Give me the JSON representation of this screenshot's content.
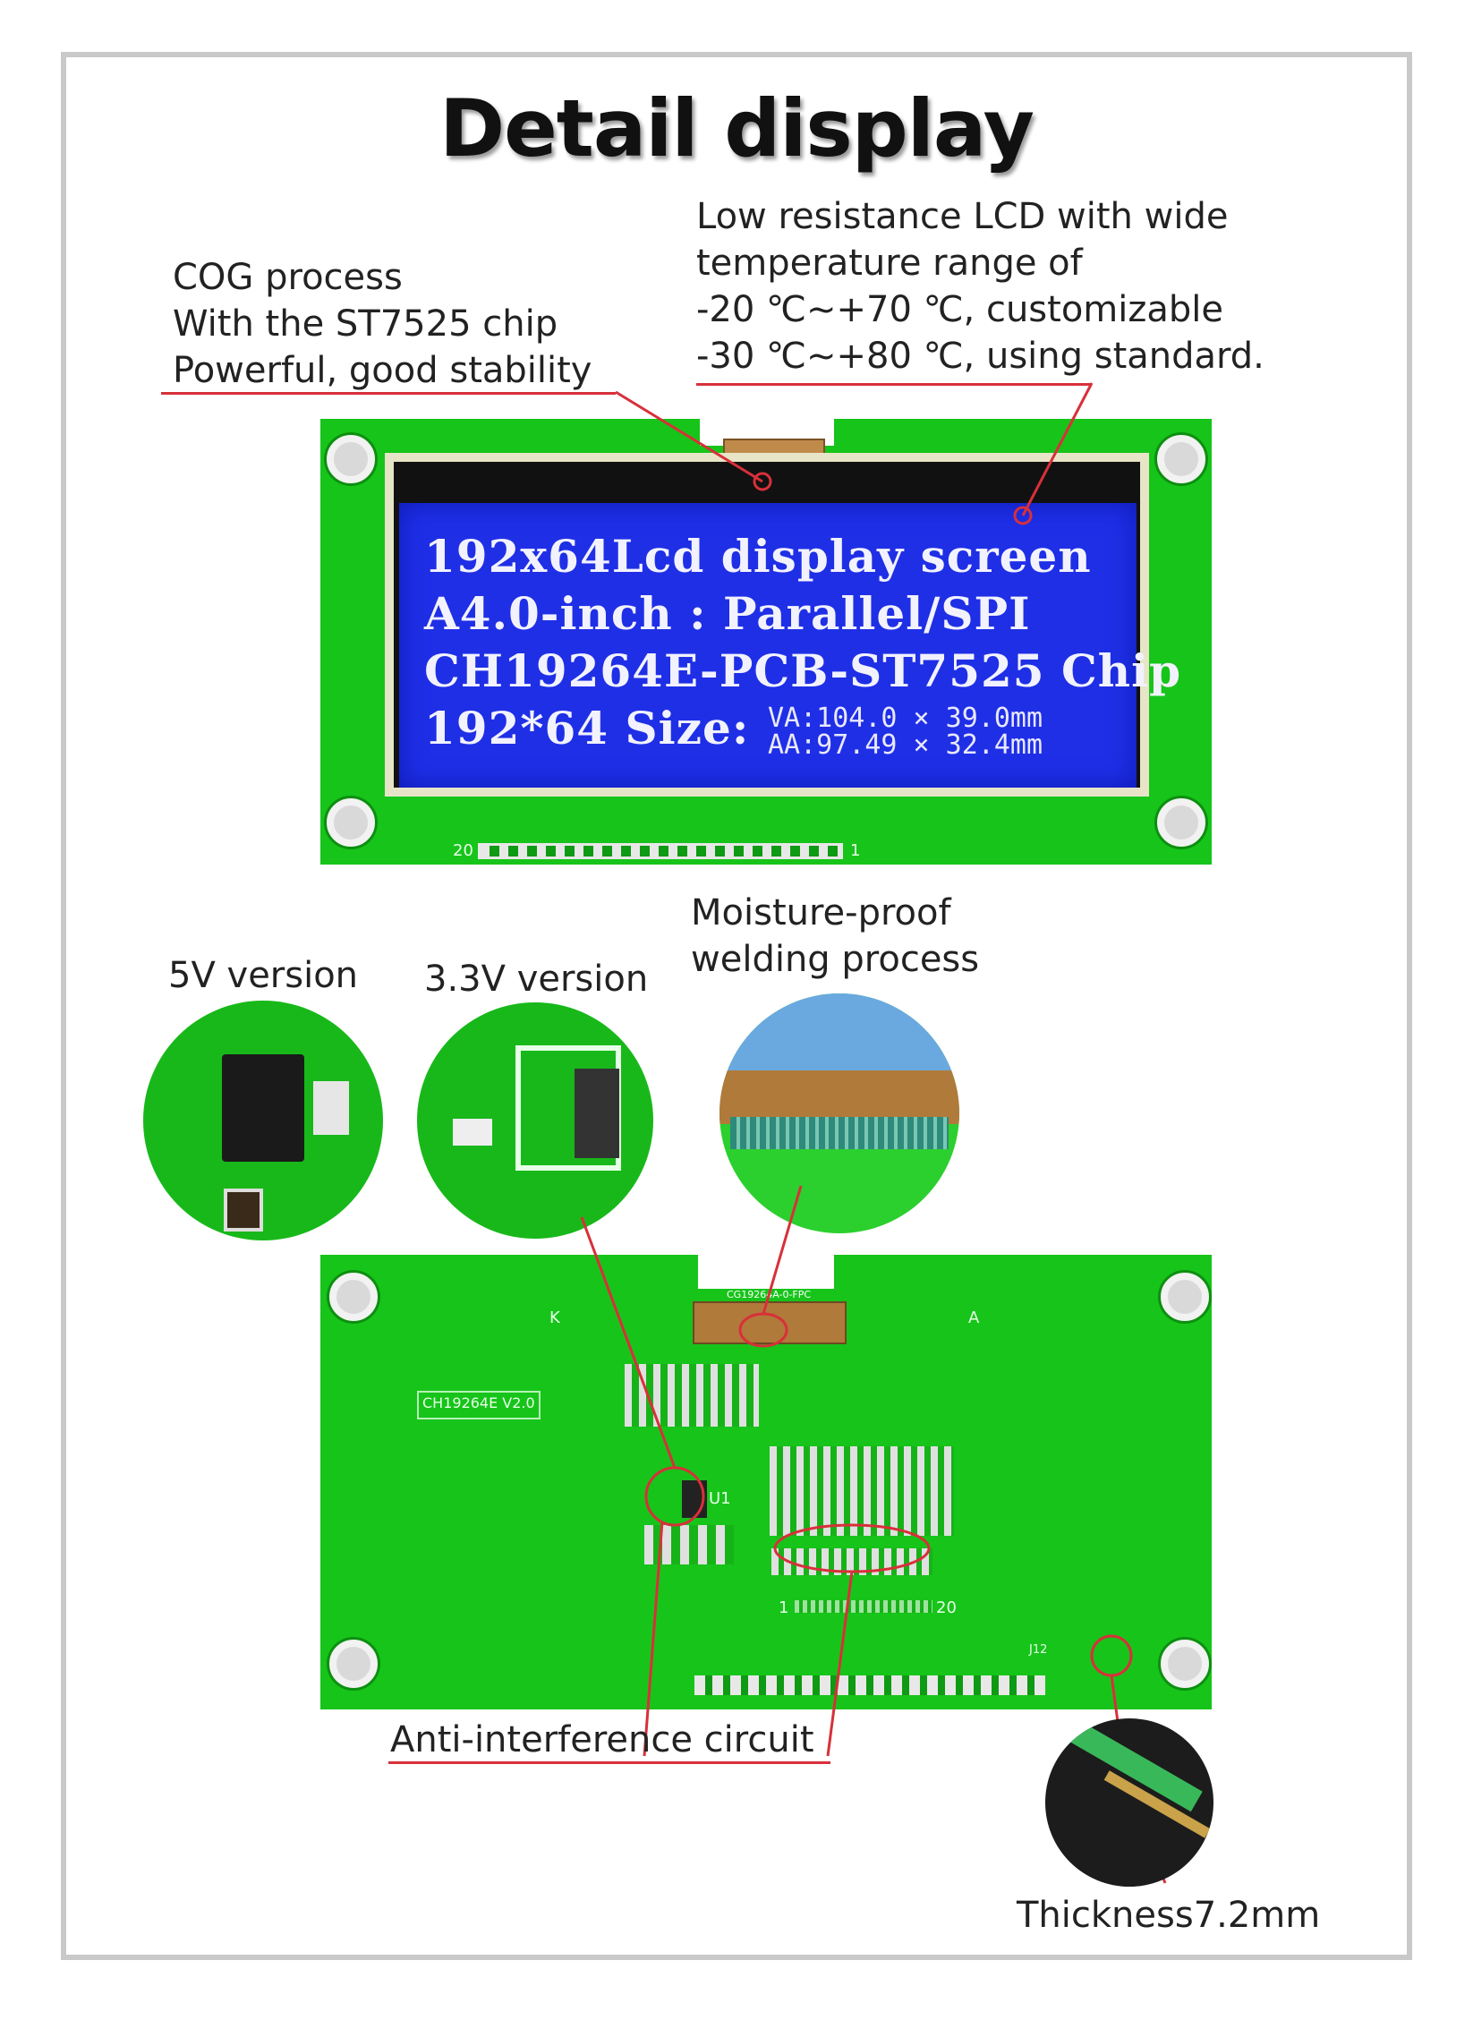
{
  "title": "Detail display",
  "callouts": {
    "cog": [
      "COG process",
      "With the ST7525 chip",
      "Powerful, good stability"
    ],
    "lcd_temp": [
      "Low resistance LCD with wide",
      "temperature range of",
      "-20 ℃~+70 ℃, customizable",
      "-30 ℃~+80 ℃, using standard."
    ],
    "v5": "5V version",
    "v33": "3.3V version",
    "moisture": [
      "Moisture-proof",
      "welding process"
    ],
    "anti": "Anti-interference circuit",
    "thickness": "Thickness7.2mm"
  },
  "lcd_screen": {
    "line1": "192x64Lcd display screen",
    "line2": "A4.0-inch : Parallel/SPI",
    "line3": "CH19264E-PCB-ST7525 Chip",
    "line4": "192*64 Size:",
    "va": "VA:104.0 × 39.0mm",
    "aa": "AA:97.49 × 32.4mm"
  },
  "pcb_labels": {
    "pin20_front": "20",
    "pin1_front": "1",
    "model": "CH19264E V2.0",
    "k": "K",
    "a": "A",
    "pin1_back": "1",
    "pin20_back": "20",
    "u1": "U1",
    "fpc": "CG19264A-0-FPC",
    "j12": "J12"
  },
  "colors": {
    "pcb_green": "#17c41a",
    "lcd_blue": "#1f2fe6",
    "callout_red": "#d8303a"
  }
}
